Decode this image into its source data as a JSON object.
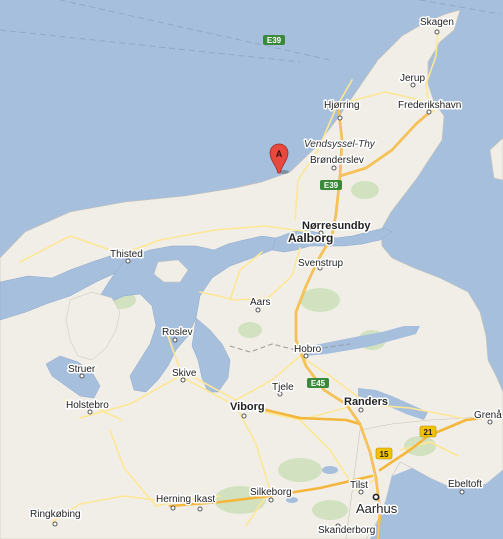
{
  "map": {
    "marker_letter": "A",
    "colors": {
      "sea": "#a5bfdd",
      "land": "#f1eee8",
      "major_road": "#f8c65f",
      "minor_road": "#fde794",
      "park": "#cddfb9",
      "marker": "#e8493f",
      "shield_green": "#3b8a3b",
      "shield_yellow": "#f2c200"
    },
    "road_shields": [
      {
        "id": "e39-north",
        "label": "E39"
      },
      {
        "id": "e39-mid",
        "label": "E39"
      },
      {
        "id": "e45",
        "label": "E45"
      },
      {
        "id": "r15",
        "label": "15"
      },
      {
        "id": "r21",
        "label": "21"
      }
    ],
    "places": [
      {
        "id": "skagen",
        "name": "Skagen"
      },
      {
        "id": "jerup",
        "name": "Jerup"
      },
      {
        "id": "hjorring",
        "name": "Hjørring"
      },
      {
        "id": "frederikshavn",
        "name": "Frederikshavn"
      },
      {
        "id": "vendsyssel-thy",
        "name": "Vendsyssel-Thy"
      },
      {
        "id": "bronderslev",
        "name": "Brønderslev"
      },
      {
        "id": "norresundby",
        "name": "Nørresundby"
      },
      {
        "id": "aalborg",
        "name": "Aalborg"
      },
      {
        "id": "svenstrup",
        "name": "Svenstrup"
      },
      {
        "id": "thisted",
        "name": "Thisted"
      },
      {
        "id": "aars",
        "name": "Aars"
      },
      {
        "id": "roslev",
        "name": "Roslev"
      },
      {
        "id": "hobro",
        "name": "Hobro"
      },
      {
        "id": "skive",
        "name": "Skive"
      },
      {
        "id": "tjele",
        "name": "Tjele"
      },
      {
        "id": "struer",
        "name": "Struer"
      },
      {
        "id": "viborg",
        "name": "Viborg"
      },
      {
        "id": "randers",
        "name": "Randers"
      },
      {
        "id": "grena",
        "name": "Grenå"
      },
      {
        "id": "holstebro",
        "name": "Holstebro"
      },
      {
        "id": "tilst",
        "name": "Tilst"
      },
      {
        "id": "ebeltoft",
        "name": "Ebeltoft"
      },
      {
        "id": "herning",
        "name": "Herning"
      },
      {
        "id": "ikast",
        "name": "Ikast"
      },
      {
        "id": "silkeborg",
        "name": "Silkeborg"
      },
      {
        "id": "aarhus",
        "name": "Aarhus"
      },
      {
        "id": "ringkobing",
        "name": "Ringkøbing"
      },
      {
        "id": "skanderborg",
        "name": "Skanderborg"
      }
    ]
  }
}
